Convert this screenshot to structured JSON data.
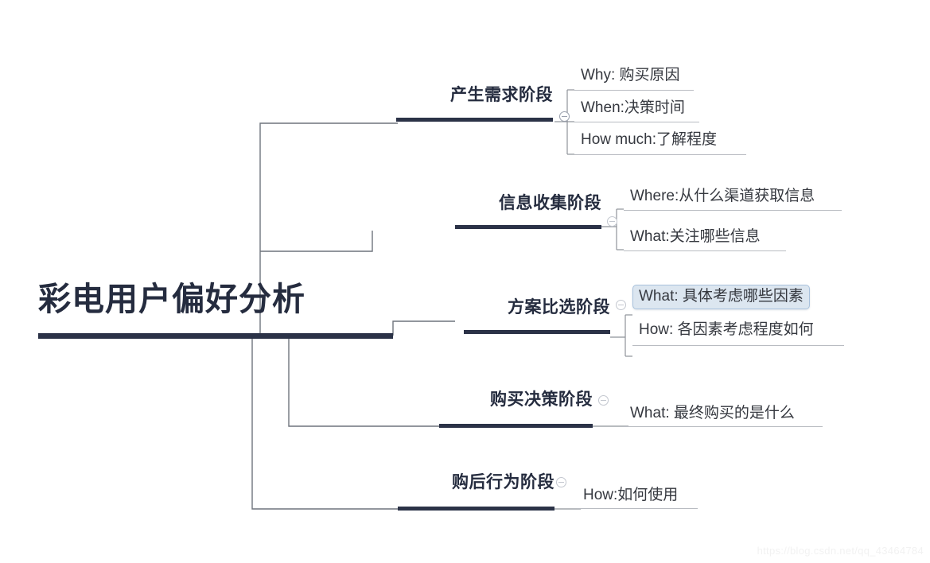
{
  "diagram": {
    "type": "mind-map",
    "orientation": "left-to-right",
    "colors": {
      "node_text": "#252c3f",
      "node_rule": "#2b3247",
      "leaf_text": "#35383f",
      "leaf_rule": "#b9bcc2",
      "connector": "#6f747d",
      "selection_fill": "#dce6f0",
      "selection_border": "#a9c2dd",
      "background": "#ffffff"
    },
    "root": {
      "label": "彩电用户偏好分析"
    },
    "branches": [
      {
        "label": "产生需求阶段",
        "toggle": "collapse-toggle",
        "children": [
          {
            "label": "Why: 购买原因",
            "selected": false
          },
          {
            "label": "When:决策时间",
            "selected": false
          },
          {
            "label": "How much:了解程度",
            "selected": false
          }
        ]
      },
      {
        "label": "信息收集阶段",
        "toggle": "collapse-toggle",
        "children": [
          {
            "label": "Where:从什么渠道获取信息",
            "selected": false
          },
          {
            "label": "What:关注哪些信息",
            "selected": false
          }
        ]
      },
      {
        "label": "方案比选阶段",
        "toggle": "collapse-toggle",
        "children": [
          {
            "label": "What: 具体考虑哪些因素",
            "selected": true
          },
          {
            "label": "How: 各因素考虑程度如何",
            "selected": false
          }
        ]
      },
      {
        "label": "购买决策阶段",
        "toggle": "collapse-toggle",
        "children": [
          {
            "label": "What: 最终购买的是什么",
            "selected": false
          }
        ]
      },
      {
        "label": "购后行为阶段",
        "toggle": "collapse-toggle",
        "children": [
          {
            "label": "How:如何使用",
            "selected": false
          }
        ]
      }
    ]
  },
  "watermark": {
    "text": "https://blog.csdn.net/qq_43464784"
  }
}
